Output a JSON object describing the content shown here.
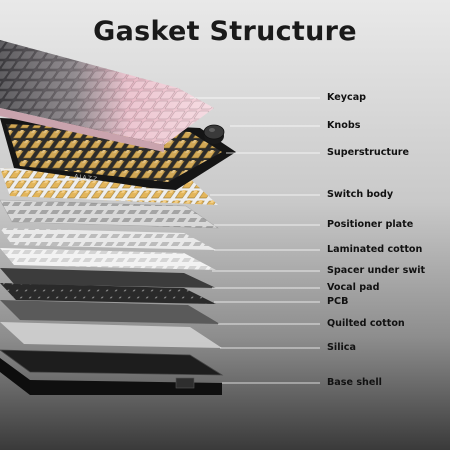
{
  "title": "Gasket Structure",
  "brand_mark": "AJAZZ",
  "layers": [
    {
      "label": "Keycap"
    },
    {
      "label": "Knobs"
    },
    {
      "label": "Superstructure"
    },
    {
      "label": "Switch body"
    },
    {
      "label": "Positioner plate"
    },
    {
      "label": "Laminated cotton"
    },
    {
      "label": "Spacer under swit"
    },
    {
      "label": "Vocal pad"
    },
    {
      "label": "PCB"
    },
    {
      "label": "Quilted cotton"
    },
    {
      "label": "Silica"
    },
    {
      "label": "Base shell"
    }
  ],
  "colors": {
    "keycap_pink": "#f2c9d2",
    "keycap_grey": "#6e6a70",
    "switch_yellow": "#e3b55a",
    "frame_black": "#151515",
    "plate_white": "#ececec",
    "pcb_dark": "#2a2a2a"
  }
}
